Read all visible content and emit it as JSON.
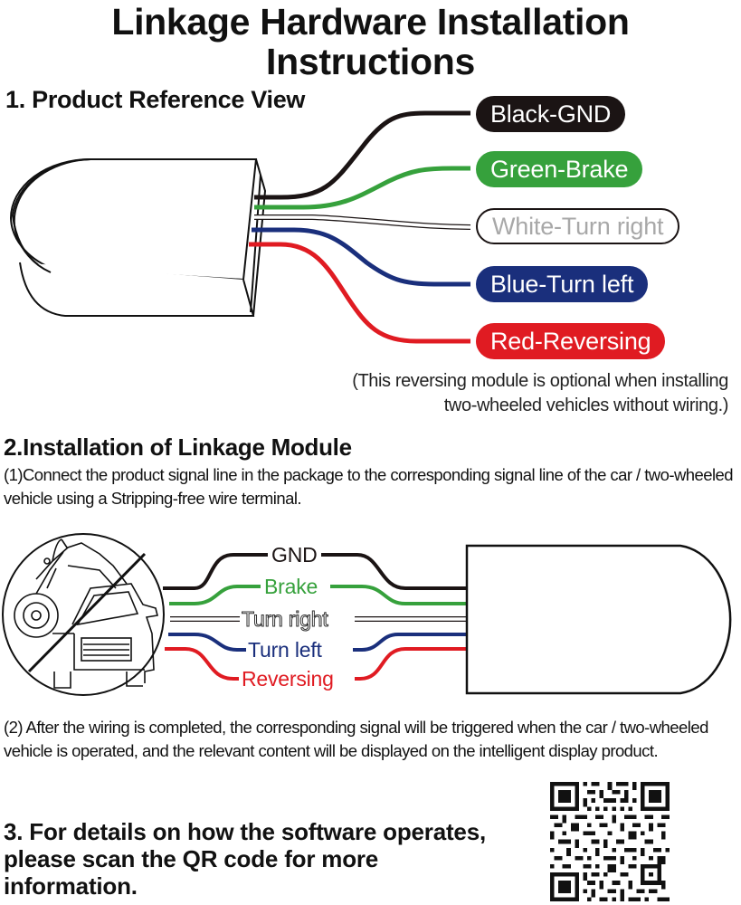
{
  "title": {
    "line1": "Linkage Hardware Installation",
    "line2": "Instructions"
  },
  "section1": {
    "heading": "1. Product Reference View",
    "wires": [
      {
        "label": "Black-GND",
        "color": "#1b1414"
      },
      {
        "label": "Green-Brake",
        "color": "#36a13c"
      },
      {
        "label": "White-Turn right",
        "color": "#ffffff"
      },
      {
        "label": "Blue-Turn left",
        "color": "#1a2f7c"
      },
      {
        "label": "Red-Reversing",
        "color": "#e01b22"
      }
    ],
    "note_line1": "(This reversing module is optional when installing",
    "note_line2": "two-wheeled vehicles without wiring.)"
  },
  "section2": {
    "heading": "2.Installation of Linkage Module",
    "step1": "(1)Connect the product signal line in the package to the corresponding signal line of the car / two-wheeled vehicle using a Stripping-free wire terminal.",
    "wire_labels": [
      "GND",
      "Brake",
      "Turn right",
      "Turn left",
      "Reversing"
    ],
    "step2": "(2)  After the wiring is completed, the corresponding signal will be triggered when the car / two-wheeled vehicle is operated, and the relevant content will be displayed on the intelligent display product."
  },
  "section3": {
    "heading": "3. For details on how the software operates, please scan the QR code for more information."
  },
  "icons": {
    "vehicle": "motorcycle-car-icon",
    "qr": "qr-code-icon"
  }
}
